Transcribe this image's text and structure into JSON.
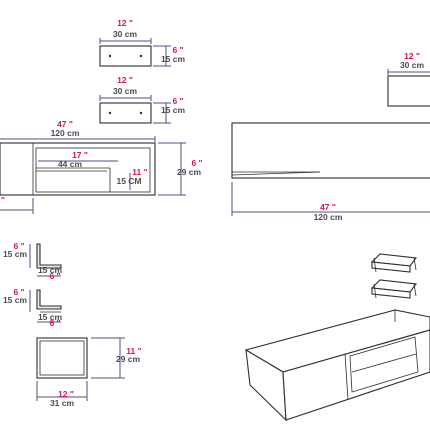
{
  "colors": {
    "inch_label": "#d4145a",
    "cm_label": "#4b4b4b",
    "dimension_line": "#5b4a80",
    "outline": "#2f2f2f"
  },
  "small_shelf_1": {
    "width_in": "12 \"",
    "width_cm": "30 cm",
    "depth_in": "6 \"",
    "depth_cm": "15 cm"
  },
  "small_shelf_2": {
    "width_in": "12 \"",
    "width_cm": "30 cm",
    "depth_in": "6 \"",
    "depth_cm": "15 cm"
  },
  "unit_front": {
    "width_in": "47 \"",
    "width_cm": "120 cm",
    "open_in": "17 \"",
    "open_cm": "44 cm",
    "inner_h_in": "11 \"",
    "inner_h_cm": "15 CM",
    "height_in": "6 \"",
    "height_cm": "29 cm",
    "bottom_partial_in": "\""
  },
  "unit_back": {
    "width_in": "47 \"",
    "width_cm": "120 cm",
    "shelf_in": "12 \"",
    "shelf_cm": "30 cm"
  },
  "bracket_1": {
    "height_in": "6 \"",
    "height_cm": "15 cm",
    "width_cm": "15 cm",
    "width_in": "6 \""
  },
  "bracket_2": {
    "height_in": "6 \"",
    "height_cm": "15 cm",
    "width_cm": "15 cm",
    "width_in": "6 \""
  },
  "cube": {
    "height_in": "11 \"",
    "height_cm": "29 cm",
    "width_in": "12 \"",
    "width_cm": "31 cm"
  }
}
